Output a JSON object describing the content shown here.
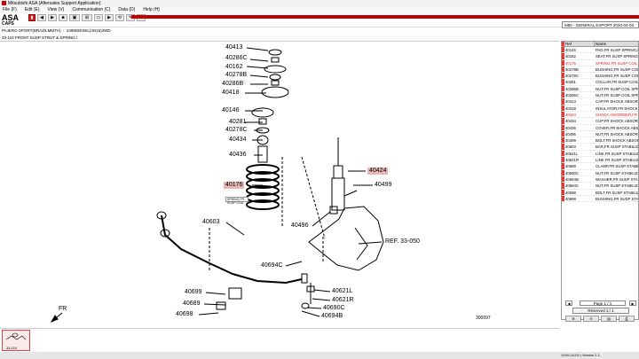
{
  "window": {
    "title": "Mitsubishi ASA (Aftersales Support Application)"
  },
  "menu": [
    "File (F)",
    "Edit (E)",
    "View (V)",
    "Communication (C)",
    "Data (D)",
    "Help (H)"
  ],
  "toolbar": {
    "brand": "ASA",
    "buttons": [
      {
        "label": "▮",
        "icon": "home-icon"
      },
      {
        "label": "◀",
        "icon": "back-icon"
      },
      {
        "label": "▶",
        "icon": "forward-icon"
      },
      {
        "label": "■",
        "icon": "stop-icon"
      },
      {
        "label": "▣",
        "icon": "grid-icon"
      },
      {
        "label": "⊞",
        "icon": "table-icon"
      },
      {
        "label": "▭",
        "icon": "window-icon"
      },
      {
        "label": "▶",
        "icon": "play-icon"
      },
      {
        "label": "⟲",
        "icon": "refresh-icon"
      },
      {
        "label": "✎",
        "icon": "edit-icon"
      },
      {
        "label": "?",
        "icon": "help-icon"
      }
    ],
    "accent": "#bb0000"
  },
  "caps_label": "CAPS",
  "vehicle": {
    "model": "PAJERO SPORT(BRAZILMMTH)",
    "spec": "2499DIESEL(4N15)4WD"
  },
  "model_select": {
    "value": "M80 - GENERAL EXPORT 2020-04-03"
  },
  "group_title": "33-110 FRONT SUSP STRUT & SPRING /",
  "diagram": {
    "callouts": [
      "40413",
      "40286C",
      "40162",
      "40278B",
      "40286B",
      "40418",
      "40146",
      "40281",
      "40278C",
      "40434",
      "40436",
      "40176",
      "40424",
      "40499",
      "40496",
      "40603",
      "40694C",
      "40699",
      "40689",
      "40698",
      "40621L",
      "40621R",
      "40690C",
      "40694B"
    ],
    "highlighted": [
      "40176",
      "40424"
    ],
    "ref_label": "REF. 33-050",
    "popup_text": "SPRING,FR SUSP COIL",
    "fr_label": "FR",
    "diagram_id": "300097"
  },
  "parts_table": {
    "headers": [
      "Ref",
      "Name"
    ],
    "rows": [
      {
        "ref": "40146",
        "name": "PAD,FR SUSP SPRING,UPR"
      },
      {
        "ref": "40162",
        "name": "SEAT,FR SUSP SPRING,UPR"
      },
      {
        "ref": "40176",
        "name": "SPRING,FR SUSP COIL",
        "selected": true
      },
      {
        "ref": "40278B",
        "name": "BUSHING,FR SUSP COIL SPRING"
      },
      {
        "ref": "40278C",
        "name": "BUSHING,FR SUSP COIL SPRING"
      },
      {
        "ref": "40281",
        "name": "COLLAR,FR SUSP COIL SPRING"
      },
      {
        "ref": "40286B",
        "name": "NUT,FR SUSP COIL SPRING"
      },
      {
        "ref": "40286C",
        "name": "NUT,FR SUSP COIL SPRING"
      },
      {
        "ref": "40413",
        "name": "CAP,FR SHOCK ABSORBER"
      },
      {
        "ref": "40418",
        "name": "INSULATOR,FR SHOCK ABSORBER"
      },
      {
        "ref": "40424",
        "name": "SHOCK ABSORBER,FR SUSP",
        "selected": true
      },
      {
        "ref": "40434",
        "name": "CUP,FR SHOCK ABSORBER"
      },
      {
        "ref": "40436",
        "name": "COVER,FR SHOCK ABSORBER"
      },
      {
        "ref": "40496",
        "name": "NUT,FR SHOCK ABSORBER"
      },
      {
        "ref": "40499",
        "name": "BOLT,FR SHOCK ABSORBER"
      },
      {
        "ref": "40603",
        "name": "BAR,FR SUSP STABILIZER"
      },
      {
        "ref": "40621L",
        "name": "LINK,FR SUSP STABILIZER,LH"
      },
      {
        "ref": "40621R",
        "name": "LINK,FR SUSP STABILIZER,RH"
      },
      {
        "ref": "40689",
        "name": "CLAMP,FR SUSP STABILIZER"
      },
      {
        "ref": "40690C",
        "name": "NUT,FR SUSP STABILIZER"
      },
      {
        "ref": "40694B",
        "name": "WASHER,FR SUSP STABILIZER"
      },
      {
        "ref": "40694C",
        "name": "NUT,FR SUSP STABILIZER"
      },
      {
        "ref": "40698",
        "name": "BOLT,FR SUSP STABILIZER"
      },
      {
        "ref": "40699",
        "name": "BUSHING,FR SUSP STABILIZER"
      }
    ]
  },
  "pager": {
    "page": "Page 1 / 1",
    "reserved": "Reserved 1 / 1",
    "prev": "◀",
    "next": "▶"
  },
  "ctrl_buttons": [
    "⊕",
    "⊖",
    "▤",
    "⎙"
  ],
  "thumb": {
    "label": "33-110"
  },
  "status": {
    "right": "2020-04-03 | Version 1.1"
  }
}
